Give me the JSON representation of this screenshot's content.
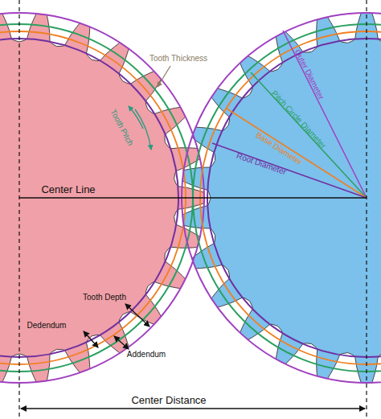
{
  "diagram": {
    "labels": [
      "Tooth Thickness",
      "Tooth Pitch",
      "Center Line",
      "Outer Diameter",
      "Pitch Circle Diameter",
      "Base Diameter",
      "Root Diameter",
      "Tooth Depth",
      "Dedendum",
      "Addendum",
      "Center Distance"
    ]
  }
}
